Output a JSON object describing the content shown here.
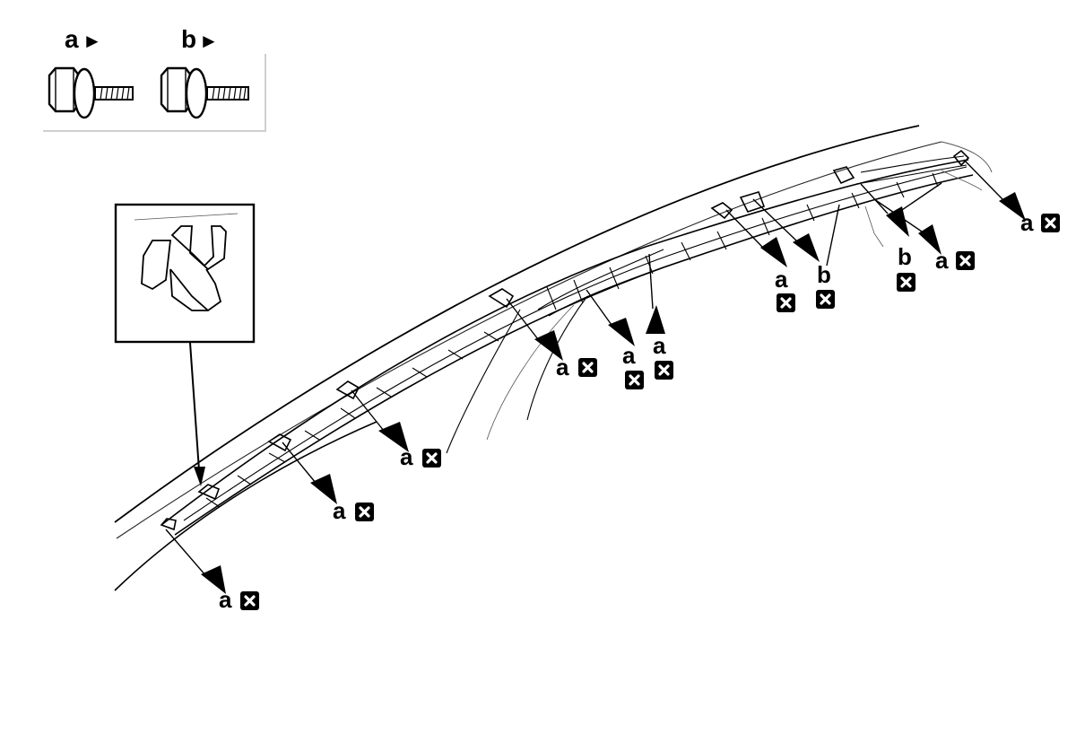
{
  "legend": {
    "items": [
      {
        "key": "a",
        "label": "a",
        "arrow": "►",
        "icon": "bolt-with-washer-icon"
      },
      {
        "key": "b",
        "label": "b",
        "arrow": "►",
        "icon": "bolt-with-washer-icon"
      }
    ]
  },
  "detail_view": {
    "icon": "retaining-clip-icon"
  },
  "callouts": [
    {
      "id": "c1",
      "label": "a",
      "icon": "do-not-reuse-icon"
    },
    {
      "id": "c2",
      "label": "a",
      "icon": "do-not-reuse-icon"
    },
    {
      "id": "c3",
      "label": "a",
      "icon": "do-not-reuse-icon"
    },
    {
      "id": "c4",
      "label": "a",
      "icon": "do-not-reuse-icon"
    },
    {
      "id": "c5",
      "label": "a",
      "icon": "do-not-reuse-icon"
    },
    {
      "id": "c6",
      "label": "a",
      "icon": "do-not-reuse-icon"
    },
    {
      "id": "c7",
      "label": "a",
      "icon": "do-not-reuse-icon"
    },
    {
      "id": "c8",
      "label": "b",
      "icon": "do-not-reuse-icon"
    },
    {
      "id": "c9",
      "label": "b",
      "icon": "do-not-reuse-icon"
    },
    {
      "id": "c10",
      "label": "a",
      "icon": "do-not-reuse-icon"
    },
    {
      "id": "c11",
      "label": "a",
      "icon": "do-not-reuse-icon"
    }
  ],
  "colors": {
    "line": "#000000",
    "panel_border": "#cfcfcf",
    "background": "#ffffff"
  }
}
